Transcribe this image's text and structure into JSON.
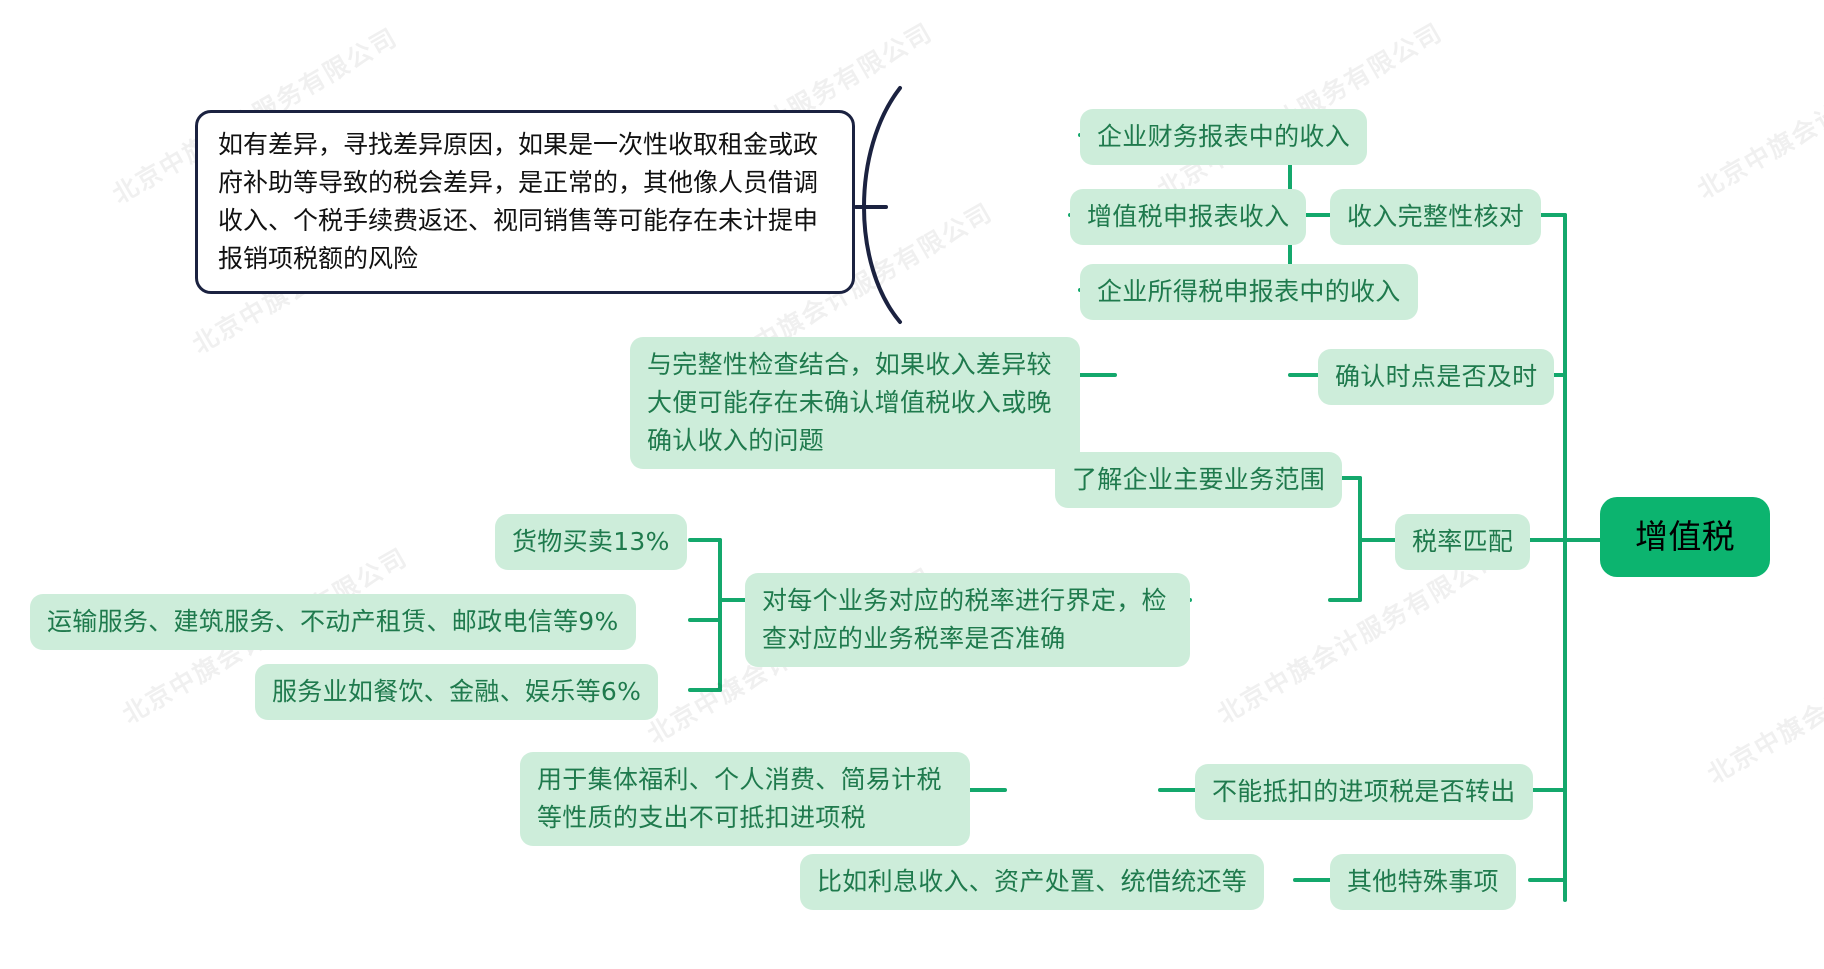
{
  "diagram": {
    "title": "增值税思维导图",
    "type": "mind-map",
    "root_color": "#0cb46f",
    "node_color": "#cdedda",
    "node_text_color": "#1f7a4d",
    "line_color": "#14a86c",
    "note_border_color": "#1b2240",
    "watermark_text": "北京中旗会计服务有限公司"
  },
  "root": {
    "label": "增值税"
  },
  "branches": [
    {
      "id": "revenue-completeness",
      "label": "收入完整性核对",
      "children": [
        {
          "id": "fin-statement-revenue",
          "label": "企业财务报表中的收入"
        },
        {
          "id": "vat-return-revenue",
          "label": "增值税申报表收入"
        },
        {
          "id": "cit-return-revenue",
          "label": "企业所得税申报表中的收入"
        }
      ],
      "note": "如有差异，寻找差异原因，如果是一次性收取租金或政府补助等导致的税会差异，是正常的，其他像人员借调收入、个税手续费返还、视同销售等可能存在未计提申报销项税额的风险"
    },
    {
      "id": "timing-confirmation",
      "label": "确认时点是否及时",
      "children": [
        {
          "id": "timing-detail",
          "label": "与完整性检查结合，如果收入差异较大便可能存在未确认增值税收入或晚确认收入的问题"
        }
      ]
    },
    {
      "id": "rate-matching",
      "label": "税率匹配",
      "children": [
        {
          "id": "business-scope",
          "label": "了解企业主要业务范围"
        },
        {
          "id": "rate-definition",
          "label": "对每个业务对应的税率进行界定，检查对应的业务税率是否准确"
        }
      ],
      "grandchildren": [
        {
          "id": "rate-13",
          "label": "货物买卖13%"
        },
        {
          "id": "rate-9",
          "label": "运输服务、建筑服务、不动产租赁、邮政电信等9%"
        },
        {
          "id": "rate-6",
          "label": "服务业如餐饮、金融、娱乐等6%"
        }
      ]
    },
    {
      "id": "input-tax-transfer",
      "label": "不能抵扣的进项税是否转出",
      "children": [
        {
          "id": "input-tax-detail",
          "label": "用于集体福利、个人消费、简易计税等性质的支出不可抵扣进项税"
        }
      ]
    },
    {
      "id": "special-items",
      "label": "其他特殊事项",
      "children": [
        {
          "id": "special-items-detail",
          "label": "比如利息收入、资产处置、统借统还等"
        }
      ]
    }
  ]
}
